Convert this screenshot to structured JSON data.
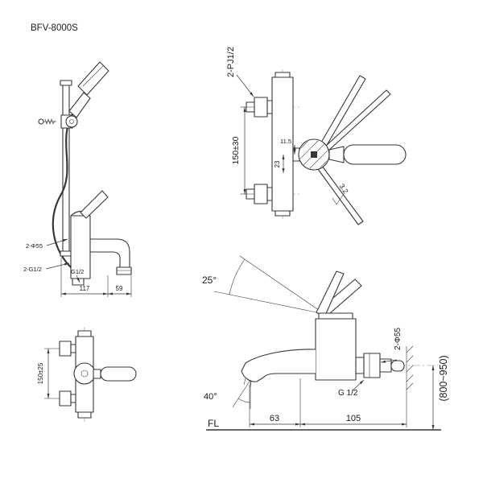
{
  "title": "BFV-8000S",
  "views": {
    "side_detail": {
      "labels": {
        "phi55": "2-Φ55",
        "thread_pair": "2-G1/2",
        "thread_spout": "G1/2",
        "dim_117": "117",
        "dim_59": "59"
      }
    },
    "front_small": {
      "labels": {
        "dim_height": "150±25"
      }
    },
    "front_detail": {
      "labels": {
        "thread": "2-PJ1/2",
        "dim_height": "150±30",
        "dim_23": "23",
        "dim_11_5": "11.5",
        "dim_3_2": "3.2"
      }
    },
    "side_install": {
      "labels": {
        "angle_handle": "25°",
        "angle_spout": "40°",
        "phi55": "2-Φ55",
        "thread": "G 1/2",
        "dim_63": "63",
        "dim_105": "105",
        "floor_line": "FL",
        "install_height": "(800~950)"
      }
    }
  },
  "colors": {
    "line": "#373737",
    "text": "#1a1a1a",
    "background": "#ffffff"
  }
}
